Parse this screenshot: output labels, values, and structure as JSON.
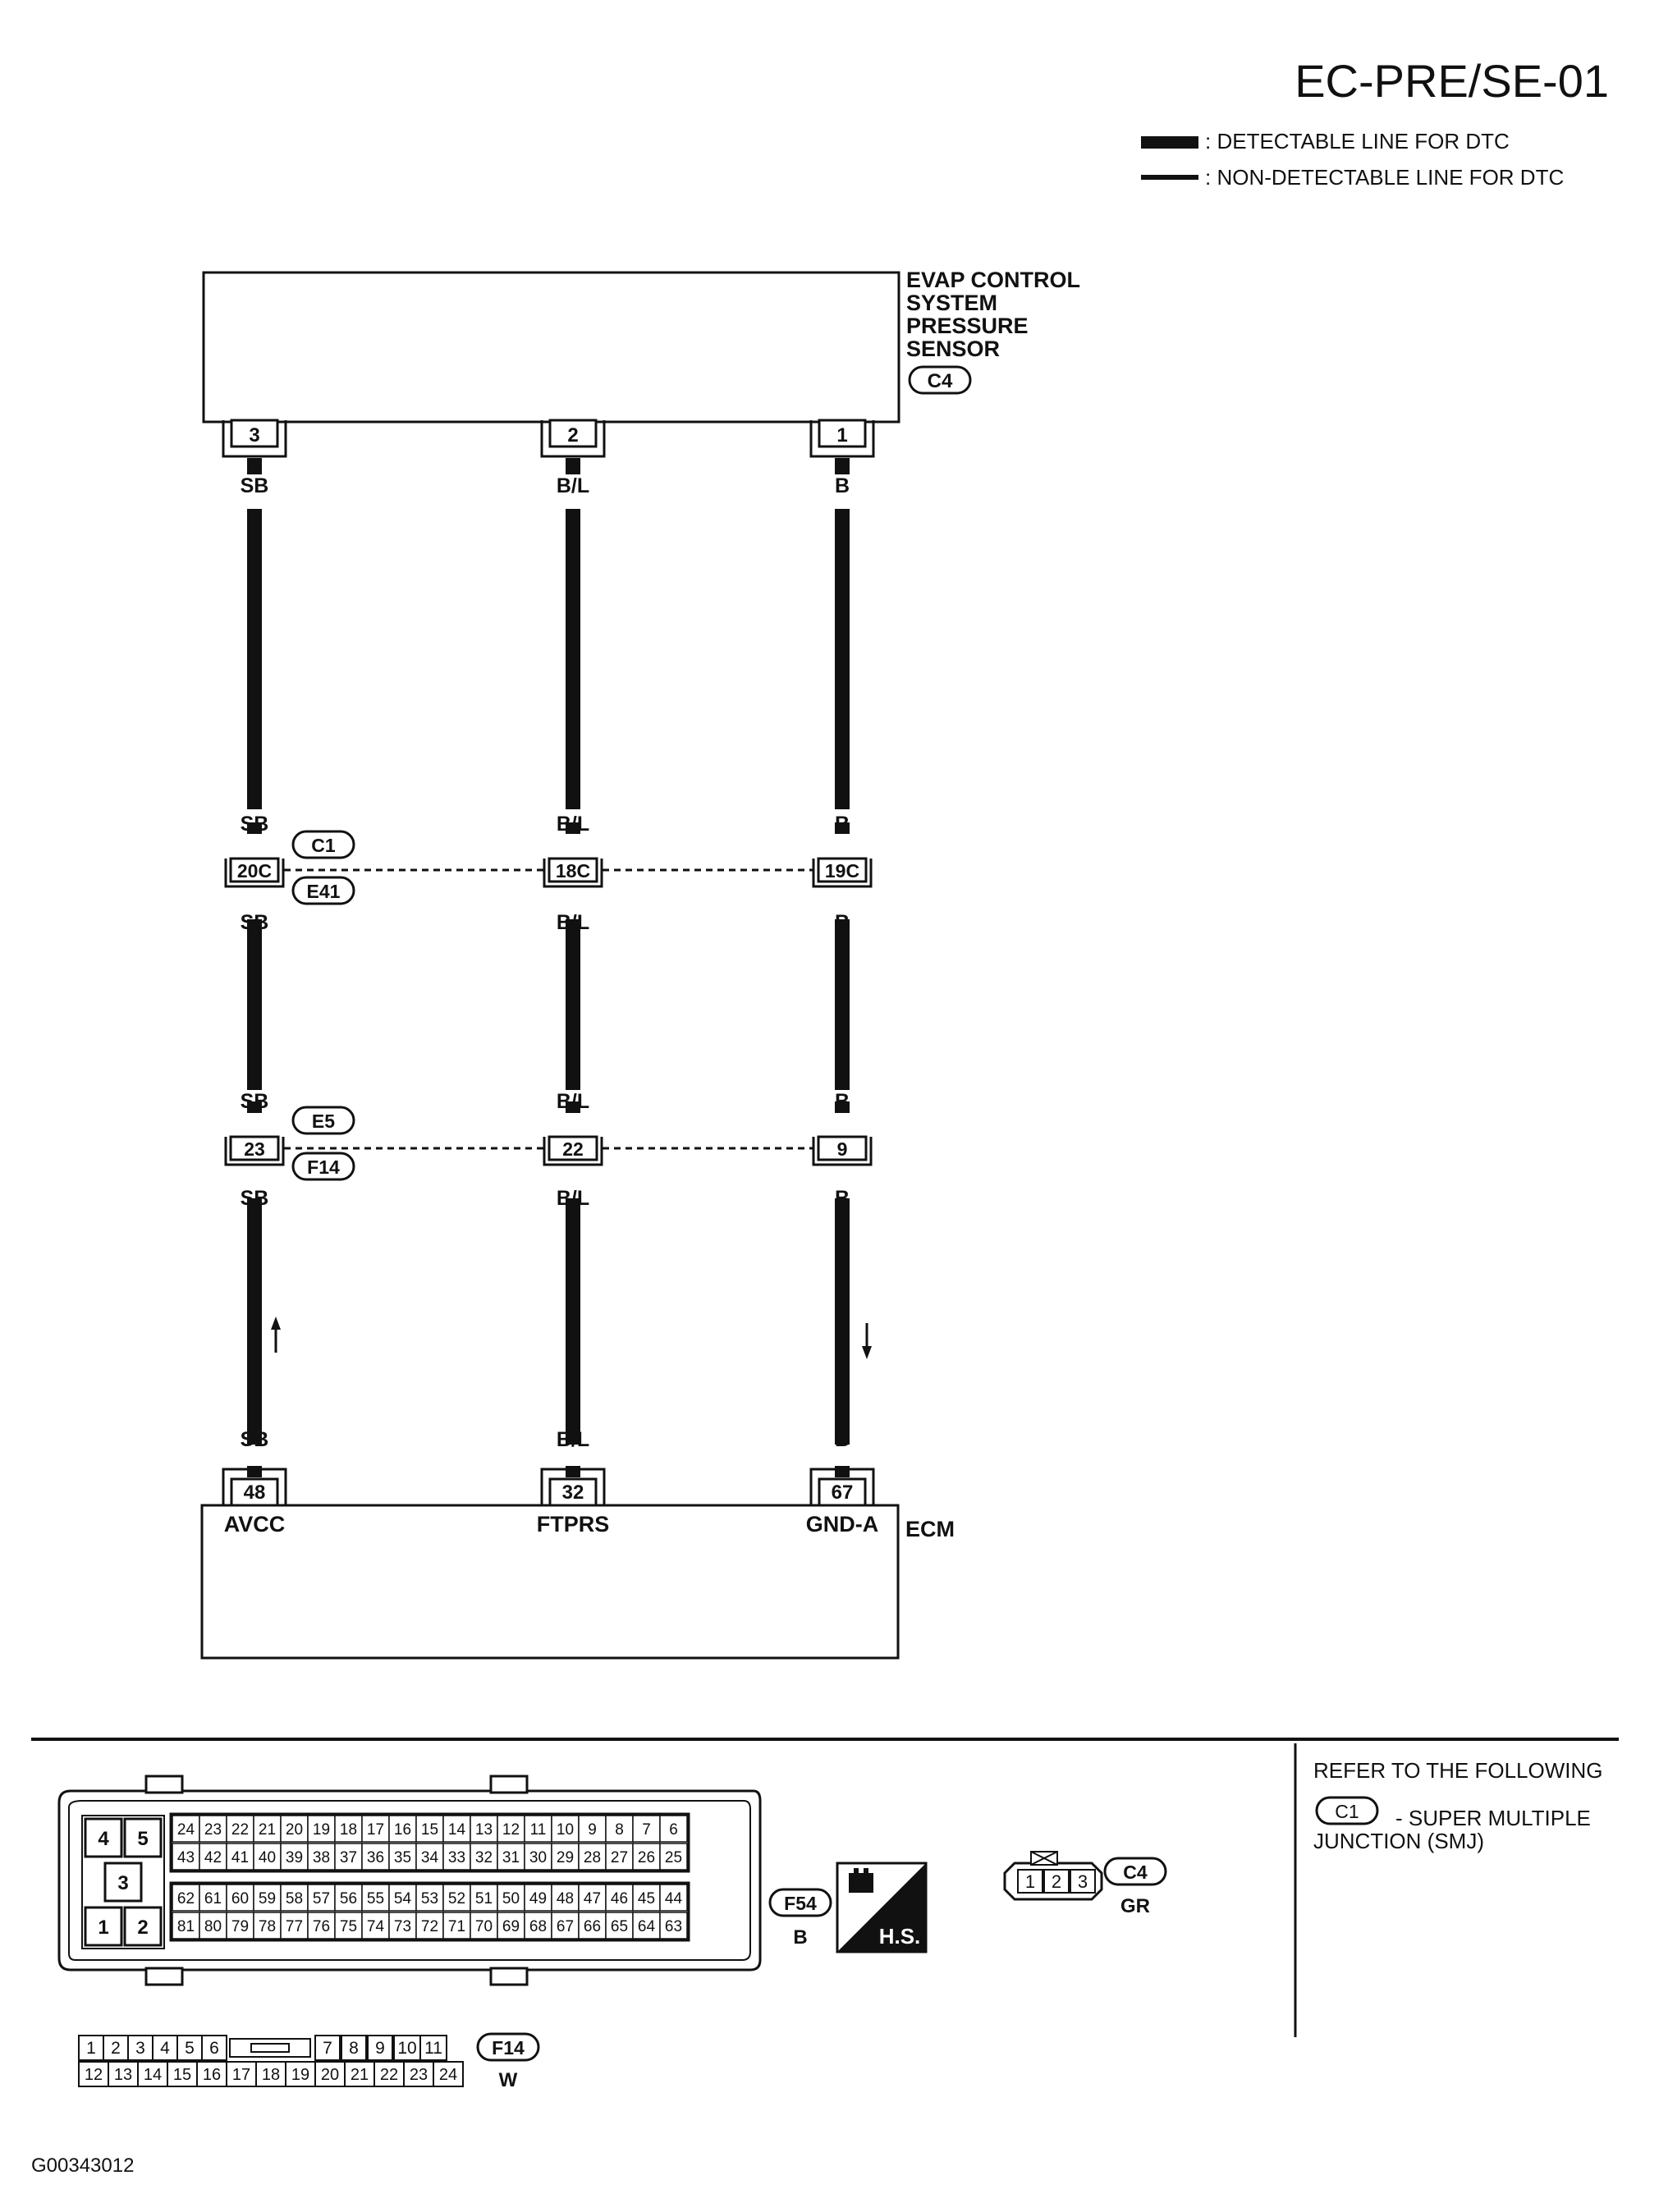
{
  "page_code": "EC-PRE/SE-01",
  "legend": {
    "detectable": ": DETECTABLE LINE FOR DTC",
    "non_detectable": ": NON-DETECTABLE LINE FOR DTC"
  },
  "sensor": {
    "name_lines": [
      "EVAP CONTROL",
      "SYSTEM",
      "PRESSURE",
      "SENSOR"
    ],
    "connector": "C4",
    "pins": [
      "3",
      "2",
      "1"
    ]
  },
  "wires": [
    {
      "color": "SB",
      "sensor_pin": "3",
      "joint1_pin": "20C",
      "joint2_pin": "23",
      "ecm_pin": "48",
      "ecm_label": "AVCC",
      "direction": "up"
    },
    {
      "color": "B/L",
      "sensor_pin": "2",
      "joint1_pin": "18C",
      "joint2_pin": "22",
      "ecm_pin": "32",
      "ecm_label": "FTPRS",
      "direction": ""
    },
    {
      "color": "B",
      "sensor_pin": "1",
      "joint1_pin": "19C",
      "joint2_pin": "9",
      "ecm_pin": "67",
      "ecm_label": "GND-A",
      "direction": "down"
    }
  ],
  "joint1": {
    "connector_top": "C1",
    "connector_bottom": "E41"
  },
  "joint2": {
    "connector_top": "E5",
    "connector_bottom": "F14"
  },
  "ecm": {
    "name": "ECM"
  },
  "ecm_connector": {
    "id": "F54",
    "color": "B",
    "side_pins": [
      "4",
      "5",
      "3",
      "1",
      "2"
    ],
    "rows": [
      [
        "24",
        "23",
        "22",
        "21",
        "20",
        "19",
        "18",
        "17",
        "16",
        "15",
        "14",
        "13",
        "12",
        "11",
        "10",
        "9",
        "8",
        "7",
        "6"
      ],
      [
        "43",
        "42",
        "41",
        "40",
        "39",
        "38",
        "37",
        "36",
        "35",
        "34",
        "33",
        "32",
        "31",
        "30",
        "29",
        "28",
        "27",
        "26",
        "25"
      ],
      [
        "62",
        "61",
        "60",
        "59",
        "58",
        "57",
        "56",
        "55",
        "54",
        "53",
        "52",
        "51",
        "50",
        "49",
        "48",
        "47",
        "46",
        "45",
        "44"
      ],
      [
        "81",
        "80",
        "79",
        "78",
        "77",
        "76",
        "75",
        "74",
        "73",
        "72",
        "71",
        "70",
        "69",
        "68",
        "67",
        "66",
        "65",
        "64",
        "63"
      ]
    ],
    "hs_label": "H.S."
  },
  "c4_connector": {
    "id": "C4",
    "color": "GR",
    "pins": [
      "1",
      "2",
      "3"
    ]
  },
  "f14_connector": {
    "id": "F14",
    "color": "W",
    "row1": [
      "1",
      "2",
      "3",
      "4",
      "5",
      "6",
      "7",
      "8",
      "9",
      "10",
      "11"
    ],
    "row2": [
      "12",
      "13",
      "14",
      "15",
      "16",
      "17",
      "18",
      "19",
      "20",
      "21",
      "22",
      "23",
      "24"
    ]
  },
  "refer": {
    "heading": "REFER TO THE FOLLOWING",
    "connector": "C1",
    "text_line1": "- SUPER MULTIPLE",
    "text_line2": "JUNCTION (SMJ)"
  },
  "figure_id": "G00343012"
}
